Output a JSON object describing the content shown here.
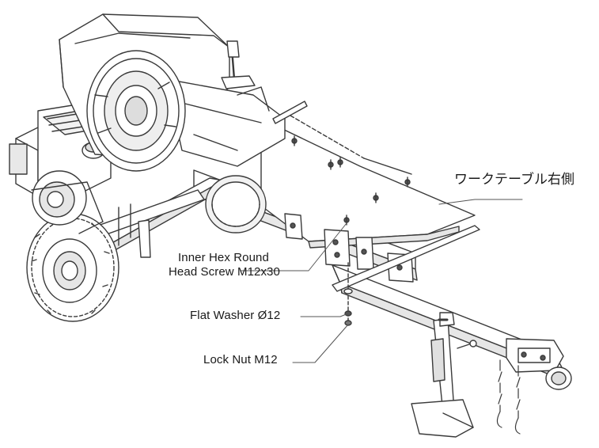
{
  "callouts": {
    "worktable_right": "ワークテーブル右側",
    "screw_line1": "Inner Hex Round",
    "screw_line2": "Head Screw M12x30",
    "washer": "Flat Washer Ø12",
    "locknut": "Lock Nut M12"
  },
  "colors": {
    "line": "#3a3a3a",
    "fill": "#ffffff",
    "shade": "#cfcfcf",
    "dark": "#555555"
  }
}
